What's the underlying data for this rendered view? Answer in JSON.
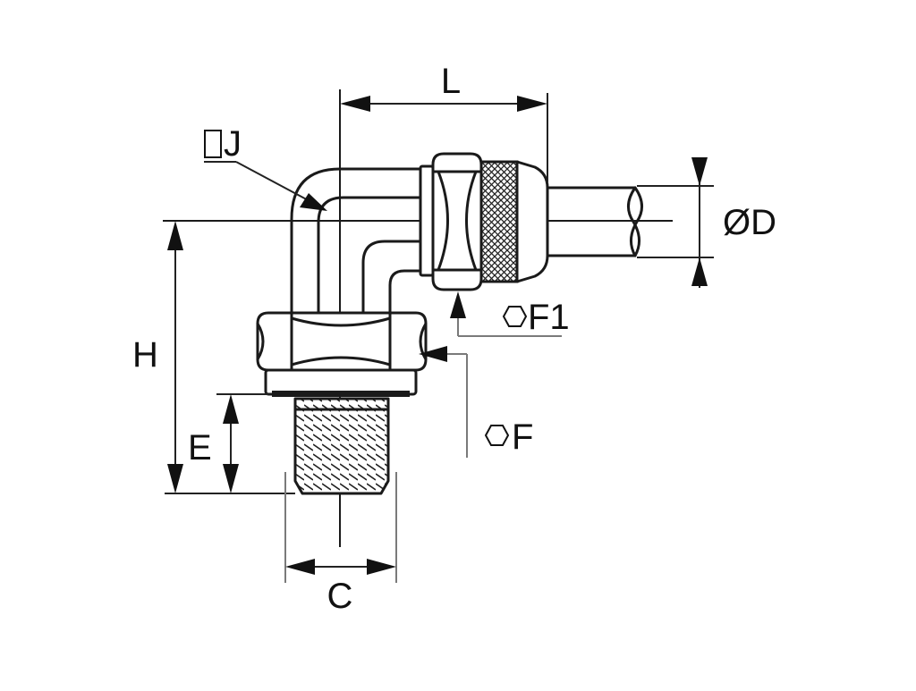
{
  "labels": {
    "length": "L",
    "bend": "J",
    "tube_diameter": "ØD",
    "height": "H",
    "thread_length": "E",
    "hex_body": "F",
    "hex_nut": "F1",
    "thread": "C"
  },
  "colors": {
    "line": "#1a1a1a",
    "background": "#ffffff",
    "knurl": "#222222"
  }
}
